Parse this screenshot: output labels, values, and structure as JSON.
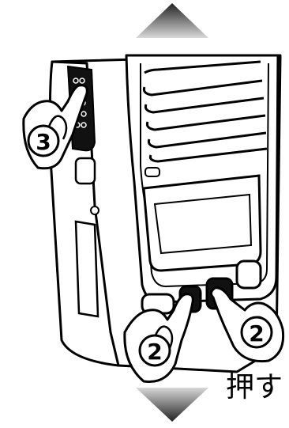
{
  "caption": "押す",
  "badges": {
    "side": "3",
    "front_left": "2",
    "front_right": "2"
  },
  "arrows": {
    "top": "arrow-up",
    "bottom": "arrow-down"
  },
  "colors": {
    "arrow_top": "#333333",
    "arrow_top_fade": "#cfcfcf",
    "pressed_key": "#111111",
    "outline": "#000000",
    "hand_fill": "#ffffff"
  }
}
